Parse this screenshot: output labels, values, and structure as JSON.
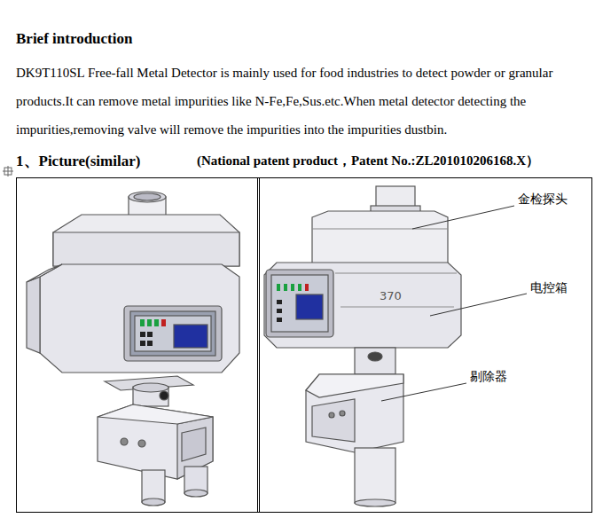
{
  "diagram": {
    "title": "Brief introduction",
    "labels": [
      "DK9T110SL Free-fall Metal Detector is mainly used for food industries to detect powder or granular products.It can remove metal impurities like N-Fe,Fe,Sus.etc.When metal detector detecting the impurities,removing valve will remove the impurities into the impurities dustbin.",
      "1、Picture(similar)",
      "(National patent product，Patent No.:ZL201010206168.X）",
      "370",
      "金检探头",
      "电控箱",
      "剔除器"
    ]
  }
}
